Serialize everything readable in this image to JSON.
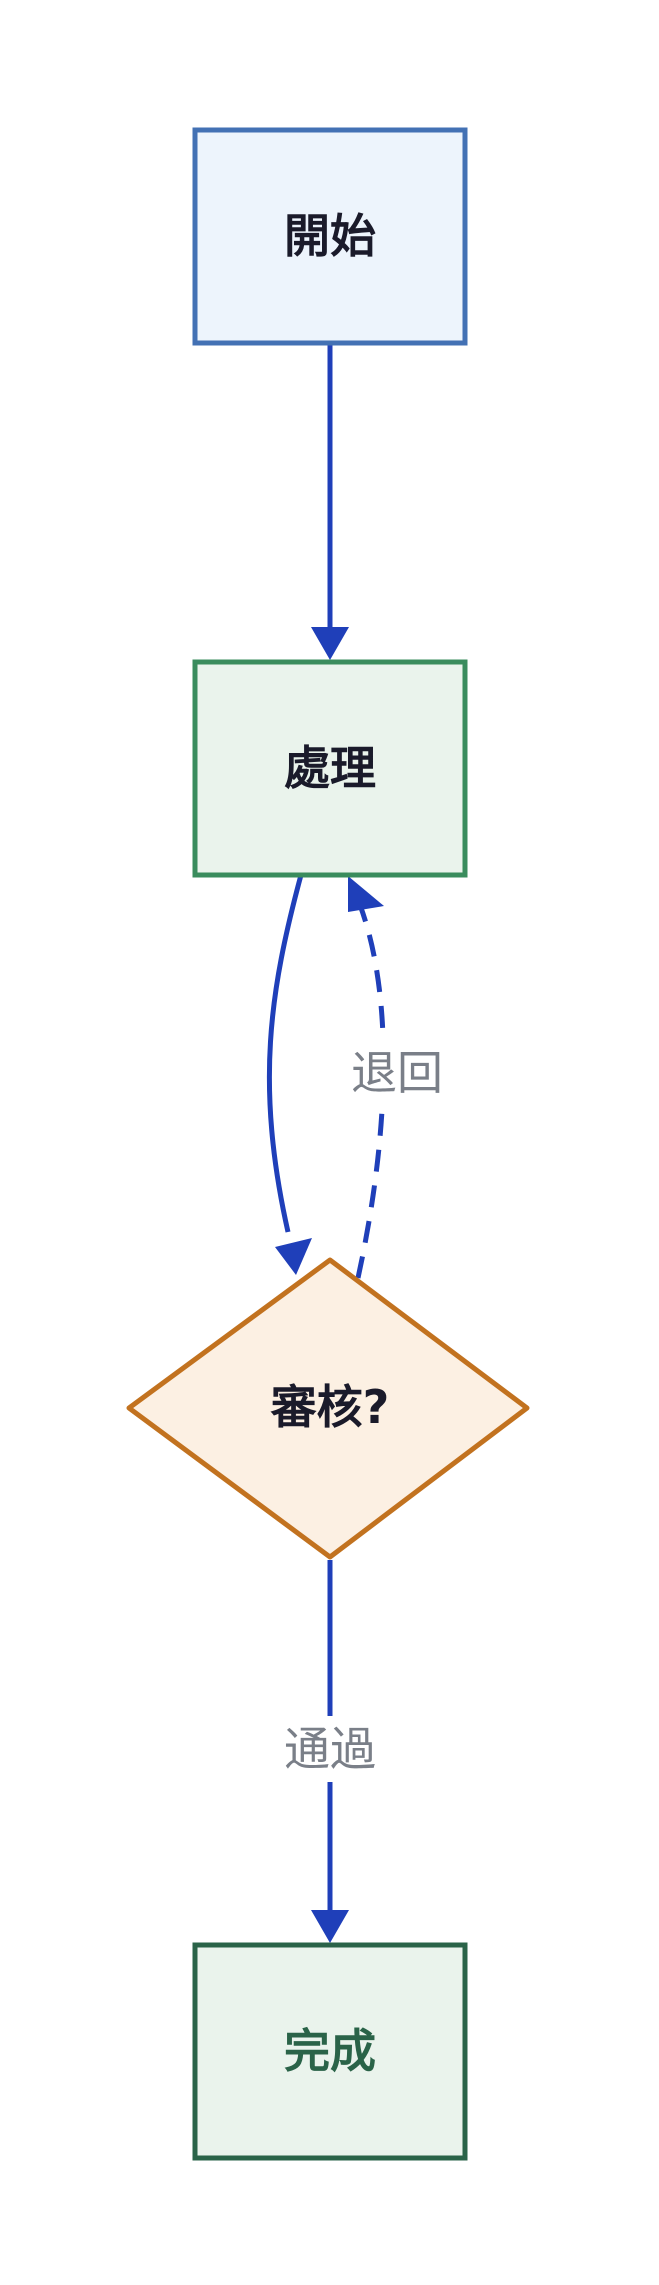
{
  "colors": {
    "edge": "#1f3fb9",
    "label_bg": "#ffffff",
    "edge_label_text": "#7a7f88"
  },
  "nodes": {
    "start": {
      "label": "開始",
      "shape": "rectangle",
      "fill": "#edf4fc",
      "stroke": "#4371b4",
      "text_color": "#1a1a2a"
    },
    "process": {
      "label": "處理",
      "shape": "rectangle",
      "fill": "#eaf3ec",
      "stroke": "#3a8c5d",
      "text_color": "#1a1a2a"
    },
    "review": {
      "label": "審核?",
      "shape": "diamond",
      "fill": "#fcf0e3",
      "stroke": "#c2721f",
      "text_color": "#1a1a2a"
    },
    "done": {
      "label": "完成",
      "shape": "rectangle",
      "fill": "#eaf3ec",
      "stroke": "#2a6348",
      "text_color": "#2a6348"
    }
  },
  "edges": {
    "start_to_process": {
      "from": "開始",
      "to": "處理",
      "label": "",
      "style": "solid"
    },
    "process_to_review": {
      "from": "處理",
      "to": "審核?",
      "label": "",
      "style": "solid"
    },
    "review_to_process": {
      "from": "審核?",
      "to": "處理",
      "label": "退回",
      "style": "dashed"
    },
    "review_to_done": {
      "from": "審核?",
      "to": "完成",
      "label": "通過",
      "style": "solid"
    }
  }
}
